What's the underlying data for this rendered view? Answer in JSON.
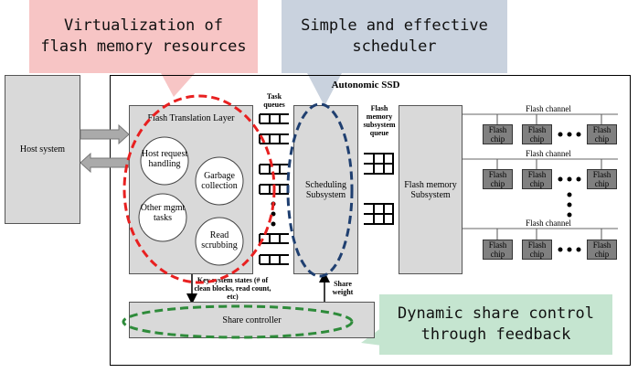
{
  "callouts": {
    "virtualization": "Virtualization of\nflash memory resources",
    "scheduler": "Simple and effective\nscheduler",
    "share": "Dynamic share control\nthrough feedback"
  },
  "host": "Host system",
  "ssd_title": "Autonomic SSD",
  "ftl": {
    "title": "Flash Translation Layer",
    "tasks": [
      "Host request handling",
      "Garbage collection",
      "Other mgmt tasks",
      "Read scrubbing"
    ]
  },
  "task_queues": "Task queues",
  "scheduling": "Scheduling Subsystem",
  "fm_queue": "Flash memory subsystem queue",
  "fm_subsystem": "Flash memory Subsystem",
  "flash_channel": "Flash channel",
  "flash_chip": "Flash chip",
  "key_states": "Key system states (# of clean blocks, read count, etc)",
  "share_weight": "Share weight",
  "share_controller": "Share controller",
  "colors": {
    "red": "#e82020",
    "blue": "#1f3f70",
    "pink": "#f7c5c5",
    "bluegray": "#c9d2de",
    "green": "#c5e5d0"
  }
}
